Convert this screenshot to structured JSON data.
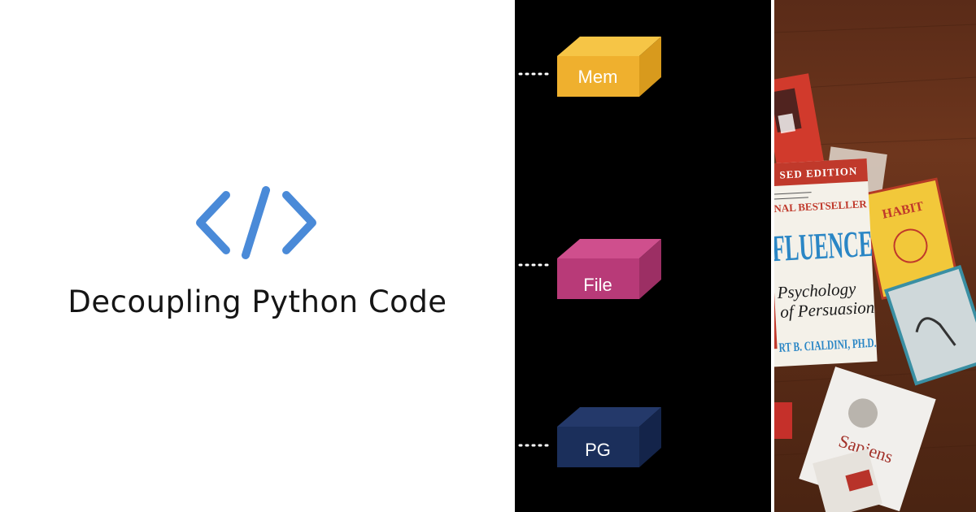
{
  "title": "Decoupling Python Code",
  "icon": {
    "name": "code-brackets-icon",
    "color": "#4a8ad8"
  },
  "diagram": {
    "boxes": [
      {
        "label": "Mem",
        "front_color": "#efb02e",
        "top_color": "#f6c546",
        "side_color": "#d89a1d"
      },
      {
        "label": "File",
        "front_color": "#b83a78",
        "top_color": "#cf4f8d",
        "side_color": "#9c2f64"
      },
      {
        "label": "PG",
        "front_color": "#1b2f5b",
        "top_color": "#24396a",
        "side_color": "#14244a"
      }
    ],
    "background": "#000000"
  },
  "photo": {
    "subject": "books-on-wooden-table",
    "main_book": {
      "edition_line": "SED EDITION",
      "bestseller_line": "NAL BESTSELLER",
      "title": "FLUENCE",
      "subtitle_1": "Psychology",
      "subtitle_2": "of Persuasion",
      "author": "RT B. CIALDINI, PH.D."
    },
    "other_books": {
      "habit": "HABIT",
      "sapiens": "Sapiens"
    }
  }
}
